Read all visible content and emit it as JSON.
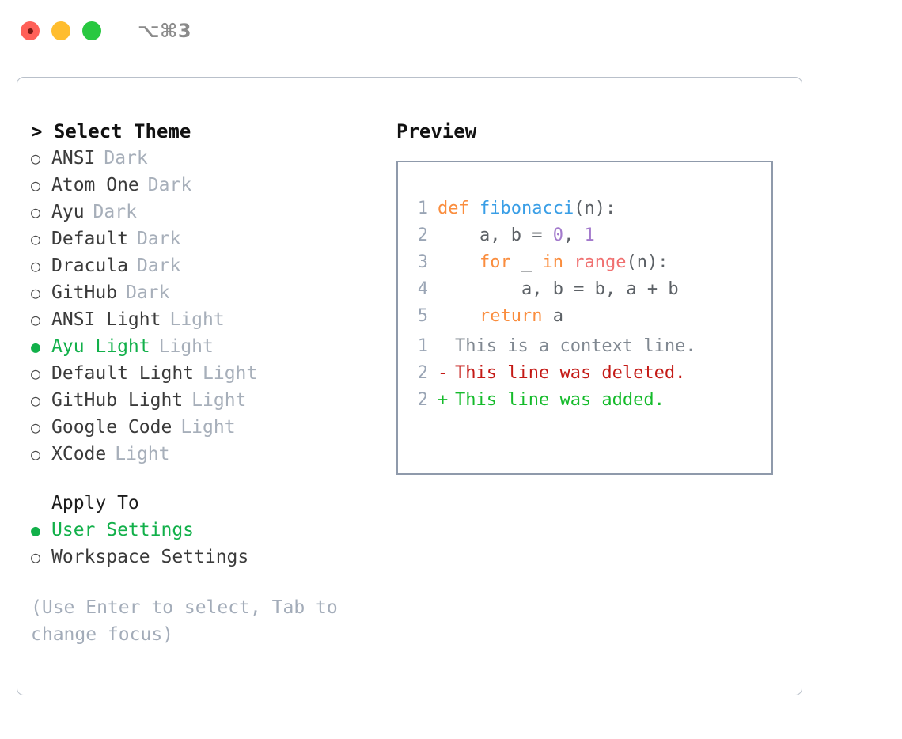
{
  "window": {
    "shortcut": "⌥⌘3",
    "traffic_lights": [
      "close-red",
      "minimize-yellow",
      "maximize-green"
    ]
  },
  "left": {
    "heading": "> Select Theme",
    "themes": [
      {
        "bullet": "○",
        "name": "ANSI",
        "variant": "Dark",
        "selected": false
      },
      {
        "bullet": "○",
        "name": "Atom One",
        "variant": "Dark",
        "selected": false
      },
      {
        "bullet": "○",
        "name": "Ayu",
        "variant": "Dark",
        "selected": false
      },
      {
        "bullet": "○",
        "name": "Default",
        "variant": "Dark",
        "selected": false
      },
      {
        "bullet": "○",
        "name": "Dracula",
        "variant": "Dark",
        "selected": false
      },
      {
        "bullet": "○",
        "name": "GitHub",
        "variant": "Dark",
        "selected": false
      },
      {
        "bullet": "○",
        "name": "ANSI Light",
        "variant": "Light",
        "selected": false
      },
      {
        "bullet": "●",
        "name": "Ayu Light",
        "variant": "Light",
        "selected": true
      },
      {
        "bullet": "○",
        "name": "Default Light",
        "variant": "Light",
        "selected": false
      },
      {
        "bullet": "○",
        "name": "GitHub Light",
        "variant": "Light",
        "selected": false
      },
      {
        "bullet": "○",
        "name": "Google Code",
        "variant": "Light",
        "selected": false
      },
      {
        "bullet": "○",
        "name": "XCode",
        "variant": "Light",
        "selected": false
      }
    ],
    "apply_to": {
      "title": "Apply To",
      "options": [
        {
          "bullet": "●",
          "label": "User Settings",
          "selected": true
        },
        {
          "bullet": "○",
          "label": "Workspace Settings",
          "selected": false
        }
      ]
    },
    "hint": "(Use Enter to select, Tab to change focus)"
  },
  "right": {
    "title": "Preview",
    "code_lines": [
      {
        "lineno": "1",
        "tokens": [
          {
            "text": "def ",
            "type": "key"
          },
          {
            "text": "fibonacci",
            "type": "fn"
          },
          {
            "text": "(n):",
            "type": "pln"
          }
        ]
      },
      {
        "lineno": "2",
        "tokens": [
          {
            "text": "    a, b = ",
            "type": "pln"
          },
          {
            "text": "0",
            "type": "num"
          },
          {
            "text": ", ",
            "type": "pln"
          },
          {
            "text": "1",
            "type": "num"
          }
        ]
      },
      {
        "lineno": "3",
        "tokens": [
          {
            "text": "    ",
            "type": "pln"
          },
          {
            "text": "for",
            "type": "key"
          },
          {
            "text": " _ ",
            "type": "pln"
          },
          {
            "text": "in",
            "type": "key"
          },
          {
            "text": " ",
            "type": "pln"
          },
          {
            "text": "range",
            "type": "call"
          },
          {
            "text": "(n):",
            "type": "pln"
          }
        ]
      },
      {
        "lineno": "4",
        "tokens": [
          {
            "text": "        a, b = b, a + b",
            "type": "pln"
          }
        ]
      },
      {
        "lineno": "5",
        "tokens": [
          {
            "text": "    ",
            "type": "pln"
          },
          {
            "text": "return",
            "type": "key"
          },
          {
            "text": " a",
            "type": "pln"
          }
        ]
      }
    ],
    "diff_lines": [
      {
        "lineno": "1",
        "sign": " ",
        "text": "This is a context line.",
        "kind": "ctx"
      },
      {
        "lineno": "2",
        "sign": "-",
        "text": "This line was deleted.",
        "kind": "del"
      },
      {
        "lineno": "2",
        "sign": "+",
        "text": "This line was added.",
        "kind": "add"
      }
    ]
  },
  "colors": {
    "accent_green": "#12b04a",
    "keyword_orange": "#fa8d3e",
    "function_blue": "#399ee6",
    "number_purple": "#a37acc",
    "call_red": "#f07171",
    "diff_deleted": "#c41a16",
    "diff_added": "#15bb2b",
    "muted_gray": "#a7afba"
  }
}
